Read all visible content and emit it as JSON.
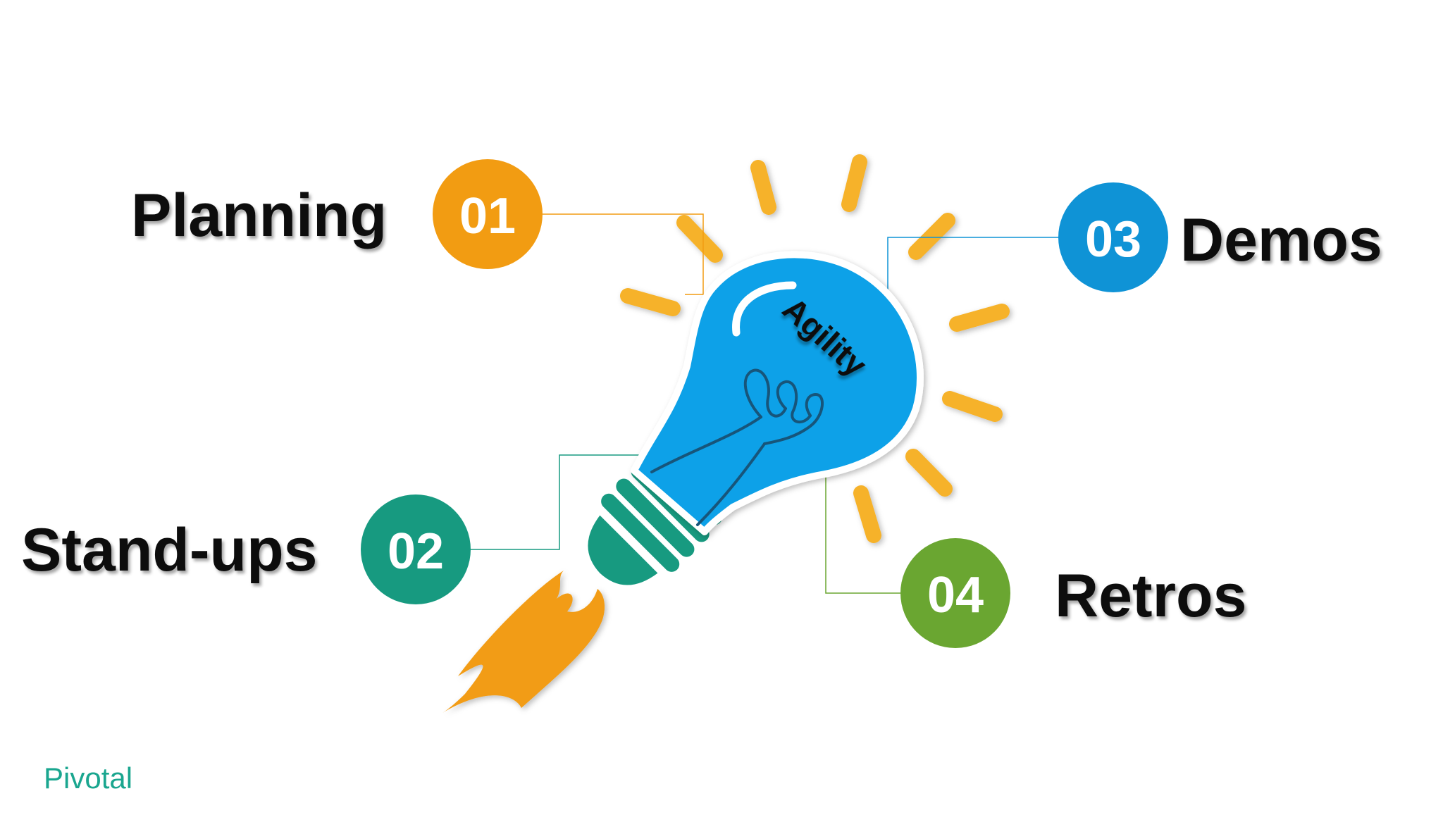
{
  "center": {
    "label": "Agility"
  },
  "steps": [
    {
      "number": "01",
      "label": "Planning",
      "color": "#f29c12"
    },
    {
      "number": "02",
      "label": "Stand-ups",
      "color": "#179a80"
    },
    {
      "number": "03",
      "label": "Demos",
      "color": "#0f93d6"
    },
    {
      "number": "04",
      "label": "Retros",
      "color": "#6aa631"
    }
  ],
  "colors": {
    "bulb": "#0aa1e8",
    "rays": "#f6b22a",
    "flame": "#f29c12",
    "bulb_base": "#179a80",
    "filament": "#17557a"
  },
  "brand": {
    "logo_text": "Pivotal",
    "icon": "pivotal-logo"
  }
}
